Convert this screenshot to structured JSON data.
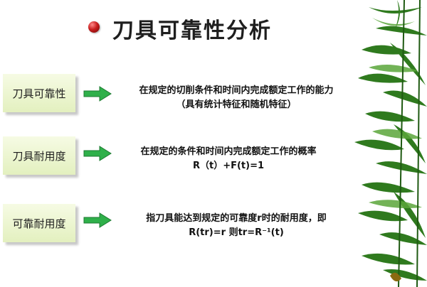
{
  "title": "刀具可靠性分析",
  "rows": [
    {
      "label": "刀具可靠性",
      "lines": [
        "在规定的切削条件和时间内完成额定工作的能力",
        "（具有统计特征和随机特征）"
      ]
    },
    {
      "label": "刀具耐用度",
      "lines": [
        "在规定的条件和时间内完成额定工作的概率",
        "R（t）+F(t)=1"
      ]
    },
    {
      "label": "可靠耐用度",
      "lines": [
        "指刀具能达到规定的可靠度r时的耐用度，即",
        "R(tr)=r 则tr=R⁻¹(t)"
      ]
    }
  ],
  "colors": {
    "arrow": "#2fb04a",
    "label_bg": "#e3f0bf",
    "bullet": "#c81e1e",
    "bamboo": "#2f7a1e"
  },
  "icons": [
    "red-bullet-icon",
    "right-arrow-icon",
    "bamboo-leaves-decoration"
  ]
}
